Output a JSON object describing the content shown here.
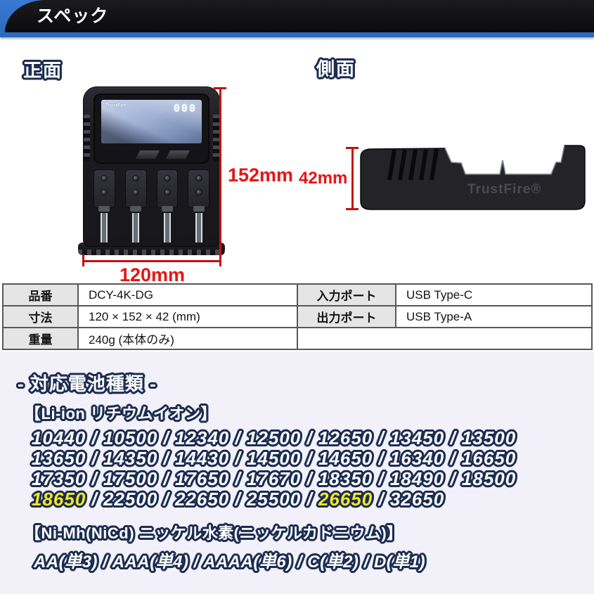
{
  "header": {
    "title": "スペック"
  },
  "front": {
    "label": "正面",
    "height_label": "152mm",
    "width_label": "120mm",
    "lcd": {
      "brand": "TrustFire",
      "digits": "000"
    }
  },
  "side": {
    "label": "側面",
    "height_label": "42mm",
    "brand": "TrustFire®"
  },
  "spec_table": {
    "rows": [
      {
        "label": "品番",
        "value": "DCY-4K-DG",
        "label2": "入力ポート",
        "value2": "USB Type-C"
      },
      {
        "label": "寸法",
        "value": "120 × 152 × 42 (mm)",
        "label2": "出力ポート",
        "value2": "USB Type-A"
      },
      {
        "label": "重量",
        "value": "240g (本体のみ)",
        "label2": "",
        "value2": ""
      }
    ]
  },
  "battery_section": {
    "title": "- 対応電池種類 -",
    "liion_heading": "【Li-ion リチウムイオン】",
    "separator": " / ",
    "liion_lines": [
      [
        {
          "t": "10440"
        },
        {
          "t": "10500"
        },
        {
          "t": "12340"
        },
        {
          "t": "12500"
        },
        {
          "t": "12650"
        },
        {
          "t": "13450"
        },
        {
          "t": "13500"
        }
      ],
      [
        {
          "t": "13650"
        },
        {
          "t": "14350"
        },
        {
          "t": "14430"
        },
        {
          "t": "14500"
        },
        {
          "t": "14650"
        },
        {
          "t": "16340"
        },
        {
          "t": "16650"
        }
      ],
      [
        {
          "t": "17350"
        },
        {
          "t": "17500"
        },
        {
          "t": "17650"
        },
        {
          "t": "17670"
        },
        {
          "t": "18350"
        },
        {
          "t": "18490"
        },
        {
          "t": "18500"
        }
      ],
      [
        {
          "t": "18650",
          "hl": true
        },
        {
          "t": "22500"
        },
        {
          "t": "22650"
        },
        {
          "t": "25500"
        },
        {
          "t": "26650",
          "hl": true
        },
        {
          "t": "32650"
        }
      ]
    ],
    "nimh_heading": "【Ni-Mh(NiCd) ニッケル水素(ニッケルカドニウム)】",
    "nimh_items": [
      "AA(単3)",
      "AAA(単4)",
      "AAAA(単6)",
      "C(単2)",
      "D(単1)"
    ]
  },
  "colors": {
    "accent_blue": "#2e6fc6",
    "dimension_red": "#e81414",
    "highlight_yellow": "#f3e829",
    "outline_navy": "#1c2d52",
    "section_bg": "#f2f1fa"
  }
}
